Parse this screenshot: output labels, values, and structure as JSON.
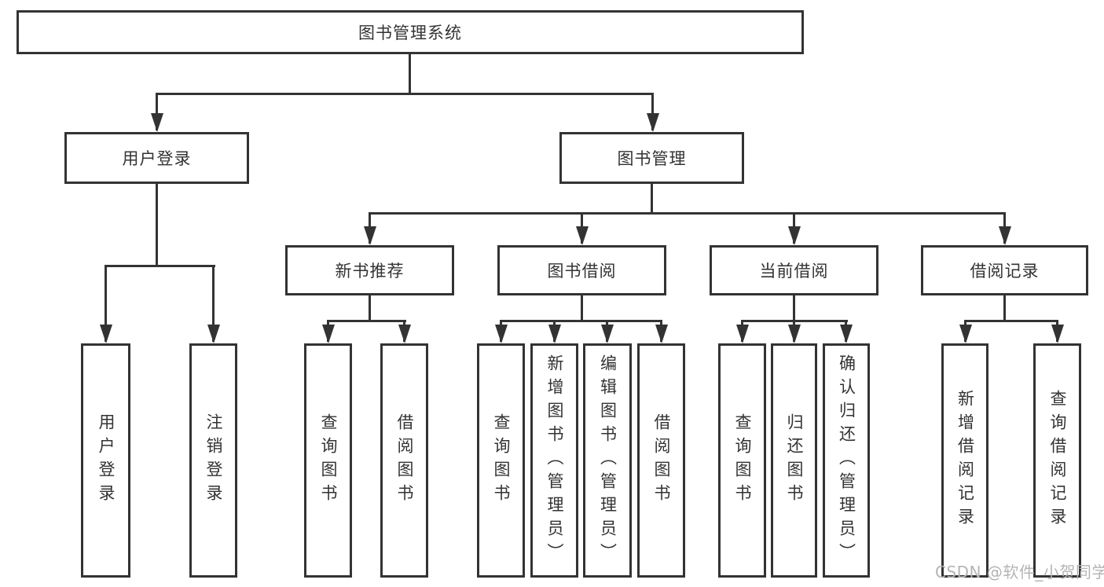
{
  "diagram": {
    "nodes": {
      "root": {
        "label": "图书管理系统"
      },
      "user_login": {
        "label": "用户登录"
      },
      "book_mgmt": {
        "label": "图书管理"
      },
      "new_book_rec": {
        "label": "新书推荐"
      },
      "book_borrow": {
        "label": "图书借阅"
      },
      "current_borrow": {
        "label": "当前借阅"
      },
      "borrow_record": {
        "label": "借阅记录"
      },
      "login_leaf": {
        "label": "用户登录"
      },
      "logout_leaf": {
        "label": "注销登录"
      },
      "rec_query_books": {
        "label": "查询图书"
      },
      "rec_borrow_books": {
        "label": "借阅图书"
      },
      "bb_query_books": {
        "label": "查询图书"
      },
      "bb_add_books": {
        "label": "新增图书（管理员）"
      },
      "bb_edit_books": {
        "label": "编辑图书（管理员）"
      },
      "bb_borrow_books": {
        "label": "借阅图书"
      },
      "cb_query_books": {
        "label": "查询图书"
      },
      "cb_return_books": {
        "label": "归还图书"
      },
      "cb_confirm_return": {
        "label": "确认归还（管理员）"
      },
      "br_add_record": {
        "label": "新增借阅记录"
      },
      "br_query_record": {
        "label": "查询借阅记录"
      }
    },
    "line_color": "#333333"
  },
  "watermark": {
    "text": "CSDN @软件_小贺同学"
  }
}
